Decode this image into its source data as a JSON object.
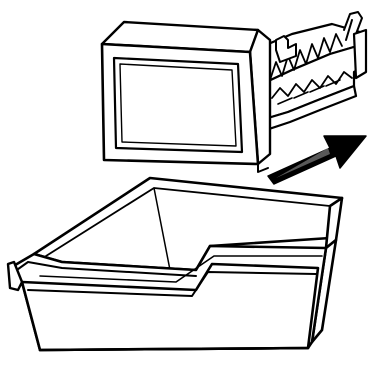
{
  "illustration": {
    "subject": "ice-maker-module-and-ice-storage-bin",
    "style": "black line art on white",
    "colors": {
      "stroke": "#000000",
      "fill": "#ffffff",
      "arrow": "#000000"
    },
    "parts": [
      "ice-maker-module",
      "ice-tray",
      "insertion-arrow",
      "ice-storage-bin"
    ]
  }
}
